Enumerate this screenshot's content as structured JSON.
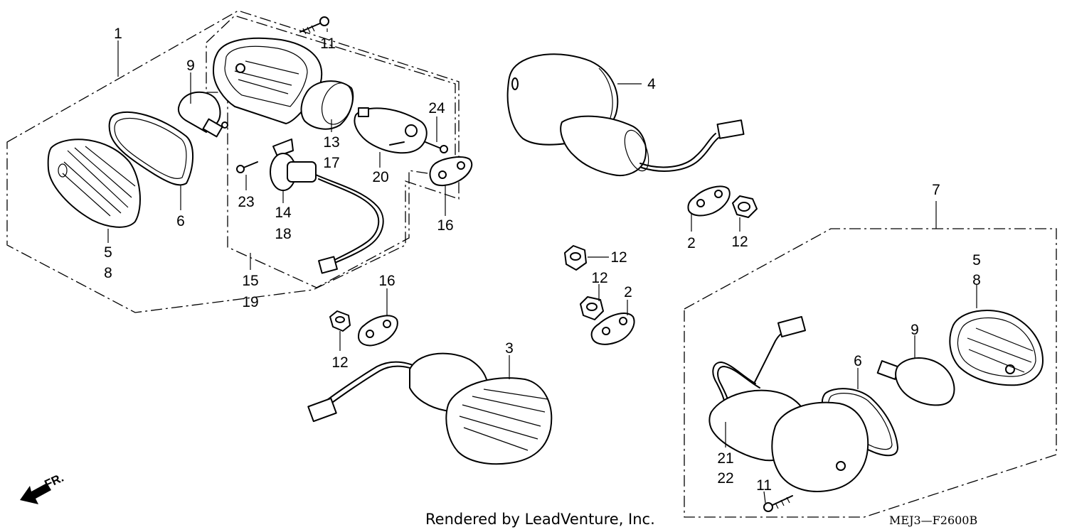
{
  "parts": [
    {
      "id": "p1",
      "number": "1"
    },
    {
      "id": "p9a",
      "number": "9"
    },
    {
      "id": "p11a",
      "number": "11"
    },
    {
      "id": "p4",
      "number": "4"
    },
    {
      "id": "p24",
      "number": "24"
    },
    {
      "id": "p13",
      "number": "13"
    },
    {
      "id": "p17",
      "number": "17"
    },
    {
      "id": "p20",
      "number": "20"
    },
    {
      "id": "p23",
      "number": "23"
    },
    {
      "id": "p14",
      "number": "14"
    },
    {
      "id": "p18",
      "number": "18"
    },
    {
      "id": "p6a",
      "number": "6"
    },
    {
      "id": "p16a",
      "number": "16"
    },
    {
      "id": "p5a",
      "number": "5"
    },
    {
      "id": "p8a",
      "number": "8"
    },
    {
      "id": "p15",
      "number": "15"
    },
    {
      "id": "p19",
      "number": "19"
    },
    {
      "id": "p7",
      "number": "7"
    },
    {
      "id": "p2a",
      "number": "2"
    },
    {
      "id": "p12a",
      "number": "12"
    },
    {
      "id": "p12b",
      "number": "12"
    },
    {
      "id": "p12c",
      "number": "12"
    },
    {
      "id": "p2b",
      "number": "2"
    },
    {
      "id": "p16b",
      "number": "16"
    },
    {
      "id": "p5b",
      "number": "5"
    },
    {
      "id": "p8b",
      "number": "8"
    },
    {
      "id": "p9b",
      "number": "9"
    },
    {
      "id": "p12d",
      "number": "12"
    },
    {
      "id": "p3",
      "number": "3"
    },
    {
      "id": "p6b",
      "number": "6"
    },
    {
      "id": "p21",
      "number": "21"
    },
    {
      "id": "p22",
      "number": "22"
    },
    {
      "id": "p11b",
      "number": "11"
    }
  ],
  "direction": {
    "label": "FR."
  },
  "footer": {
    "credit": "Rendered by LeadVenture, Inc.",
    "code": "MEJ3—F2600B"
  }
}
